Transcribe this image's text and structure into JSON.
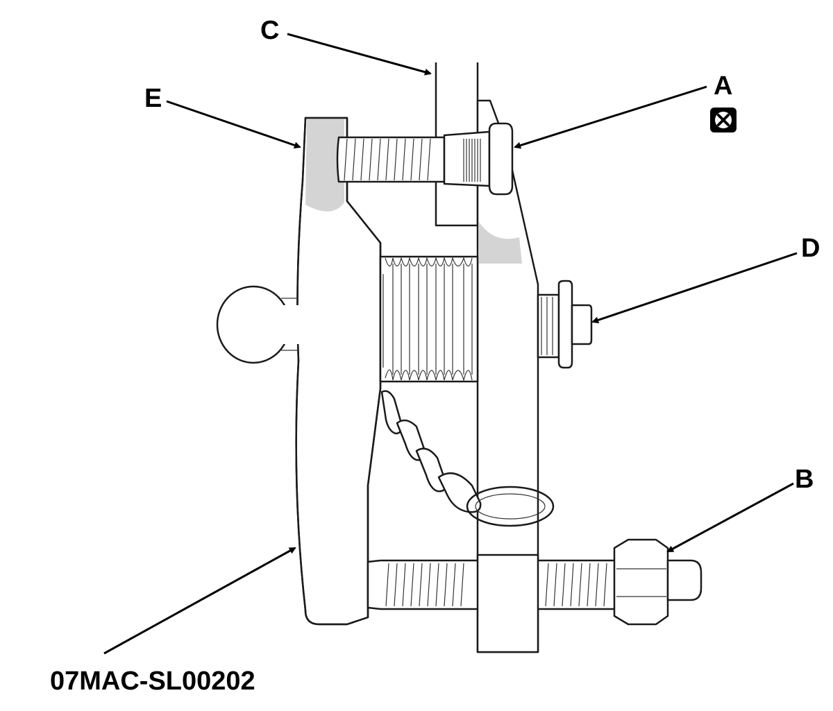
{
  "diagram": {
    "callouts": {
      "a": "A",
      "b": "B",
      "c": "C",
      "d": "D",
      "e": "E"
    },
    "tool_number": "07MAC-SL00202",
    "replace_symbol": "replace-part-icon",
    "colors": {
      "line": "#1a1a1a",
      "part_fill": "#ffffff",
      "shade_fill": "#d4d4d4",
      "symbol_fill": "#000000"
    }
  }
}
